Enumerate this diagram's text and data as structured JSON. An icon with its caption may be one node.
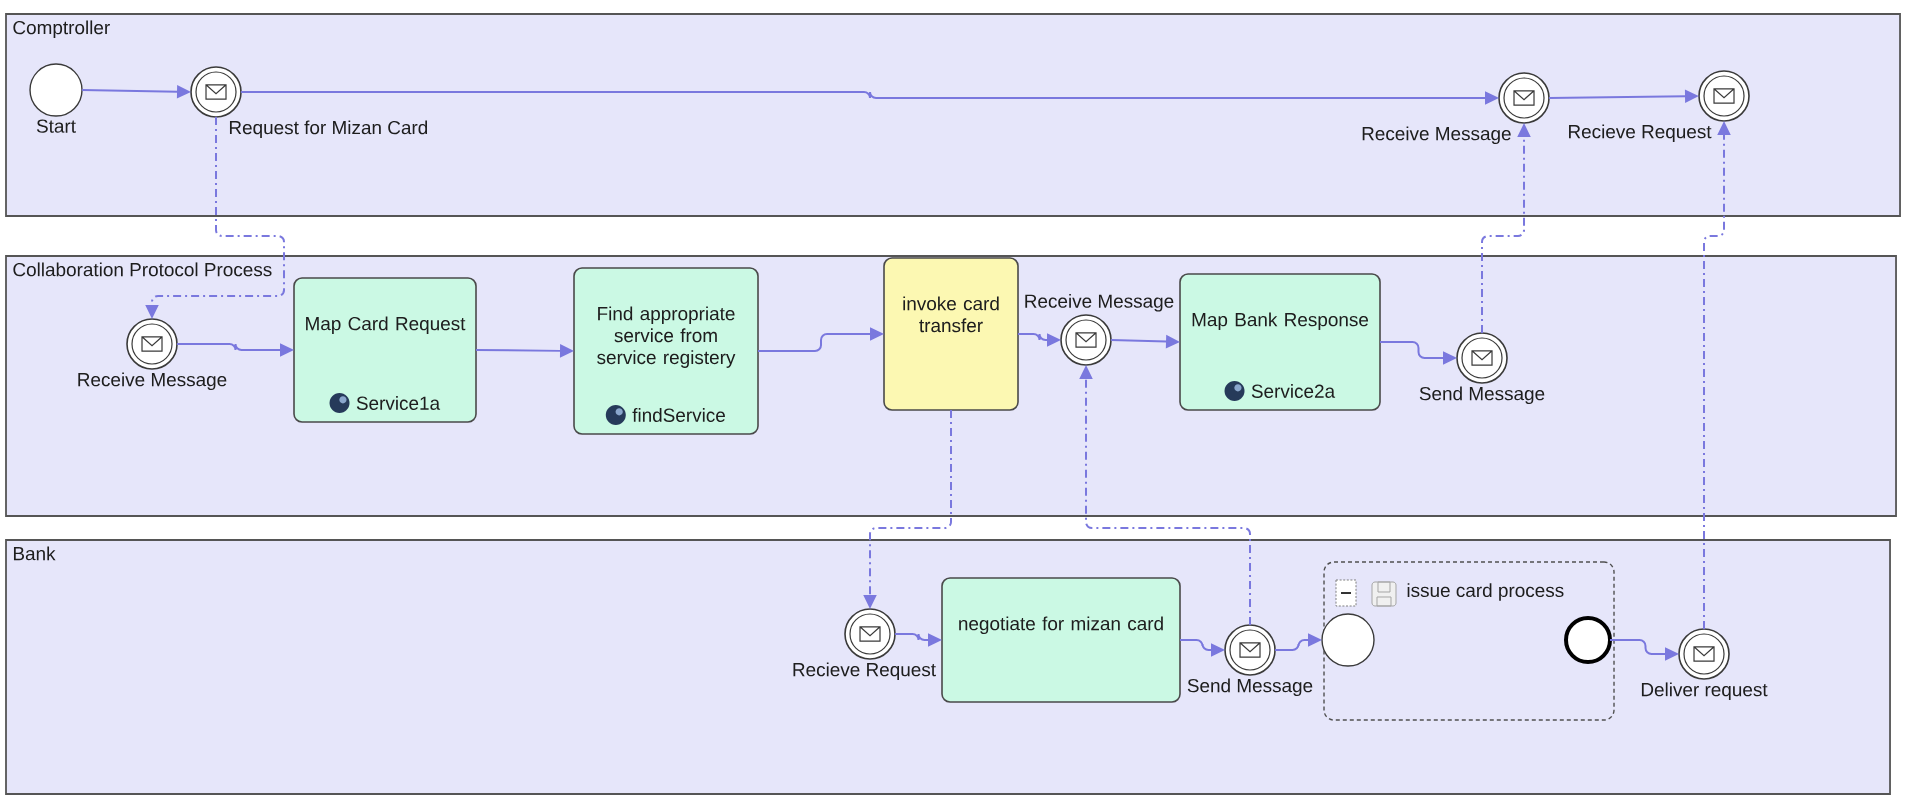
{
  "diagram": {
    "nodes": [
      {
        "text": [
          "Comptroller"
        ]
      },
      {
        "text": [
          "Start"
        ],
        "in": 0
      },
      {
        "text": [
          "Request for Mizan Card"
        ],
        "in": 0
      },
      {
        "text": [
          "Receive Message"
        ],
        "in": 0
      },
      {
        "text": [
          "Recieve Request"
        ],
        "in": 0
      },
      {
        "text": [
          "Collaboration Protocol Process"
        ]
      },
      {
        "text": [
          "Receive Message"
        ],
        "in": 5
      },
      {
        "text": [
          "Map Card Request",
          "Service1a"
        ],
        "in": 5
      },
      {
        "text": [
          "Find appropriate service from service registery",
          "findService"
        ],
        "in": 5
      },
      {
        "text": [
          "invoke card transfer"
        ],
        "in": 5
      },
      {
        "text": [
          "Receive Message"
        ],
        "in": 5
      },
      {
        "text": [
          "Map Bank Response",
          "Service2a"
        ],
        "in": 5
      },
      {
        "text": [
          "Send Message"
        ],
        "in": 5
      },
      {
        "text": [
          "Bank"
        ]
      },
      {
        "text": [
          "Recieve Request"
        ],
        "in": 13
      },
      {
        "text": [
          "negotiate for mizan card"
        ],
        "in": 13
      },
      {
        "text": [
          "Send Message"
        ],
        "in": 13
      },
      {
        "text": [
          "issue card process"
        ],
        "in": 13
      },
      {
        "text": [],
        "shape": "circle",
        "in": 17
      },
      {
        "text": [],
        "shape": "circle",
        "in": 17
      },
      {
        "text": [
          "Deliver request"
        ],
        "in": 13
      }
    ],
    "edges": [
      {
        "from": 1,
        "to": 2,
        "arrow": "to"
      },
      {
        "from": 2,
        "to": 3,
        "arrow": "to"
      },
      {
        "from": 3,
        "to": 4,
        "arrow": "to"
      },
      {
        "from": 6,
        "to": 7,
        "arrow": "to"
      },
      {
        "from": 7,
        "to": 8,
        "arrow": "to"
      },
      {
        "from": 8,
        "to": 9,
        "arrow": "to"
      },
      {
        "from": 9,
        "to": 10,
        "arrow": "to"
      },
      {
        "from": 10,
        "to": 11,
        "arrow": "to"
      },
      {
        "from": 11,
        "to": 12,
        "arrow": "to"
      },
      {
        "from": 14,
        "to": 15,
        "arrow": "to"
      },
      {
        "from": 15,
        "to": 16,
        "arrow": "to"
      },
      {
        "from": 16,
        "to": 18,
        "arrow": "to"
      },
      {
        "from": 19,
        "to": 20,
        "arrow": "to"
      },
      {
        "from": 2,
        "to": 6,
        "arrow": "to",
        "style": "dashed"
      },
      {
        "from": 12,
        "to": 3,
        "arrow": "to",
        "style": "dashed"
      },
      {
        "from": 9,
        "to": 14,
        "arrow": "to",
        "style": "dashed"
      },
      {
        "from": 16,
        "to": 10,
        "arrow": "to",
        "style": "dashed"
      },
      {
        "from": 20,
        "to": 4,
        "arrow": "to",
        "style": "dashed"
      }
    ]
  }
}
